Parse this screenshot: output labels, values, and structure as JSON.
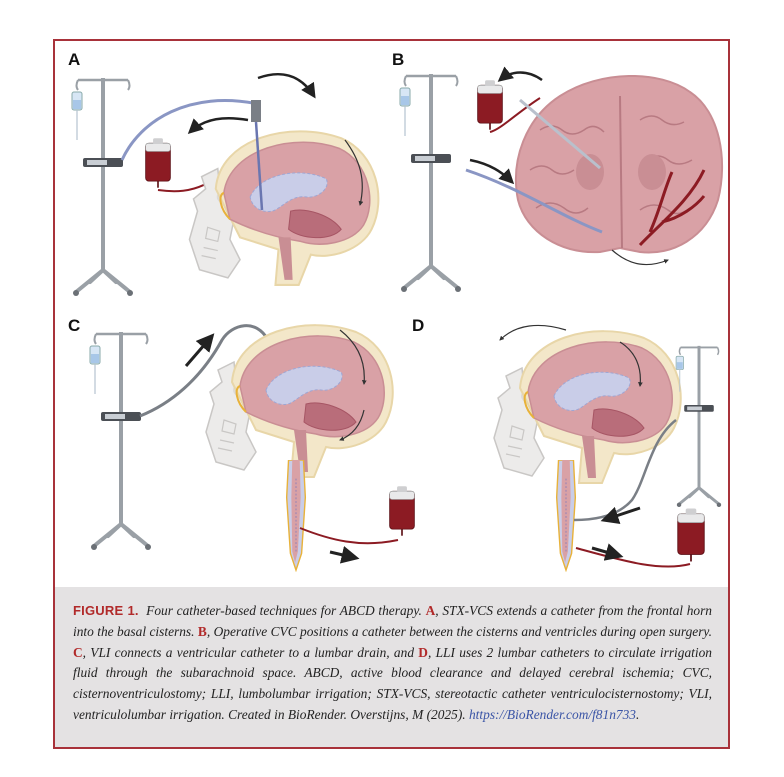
{
  "panels": {
    "a": "A",
    "b": "B",
    "c": "C",
    "d": "D"
  },
  "caption": {
    "figure_label": "FIGURE 1.",
    "intro": "Four catheter-based techniques for ABCD therapy.",
    "label_a": "A",
    "text_a": ", STX-VCS extends a catheter from the frontal horn into the basal cisterns.",
    "label_b": "B",
    "text_b": ", Operative CVC positions a catheter between the cisterns and ventricles during open surgery.",
    "label_c": "C",
    "text_c": ", VLI connects a ventricular catheter to a lumbar drain, and",
    "label_d": "D",
    "text_d": ", LLI uses 2 lumbar catheters to circulate irrigation fluid through the subarachnoid space. ABCD, active blood clearance and delayed cerebral ischemia; CVC, cisternoventriculostomy; LLI, lumbolumbar irrigation; STX-VCS, stereotactic catheter ventriculocisternostomy; VLI, ventriculolumbar irrigation. Created in BioRender. Overstijns, M (2025).",
    "link": "https://BioRender.com/f81n733",
    "end": "."
  },
  "colors": {
    "frame": "#a8323a",
    "caption_bg": "#e4e2e3",
    "label_red": "#b12a2a",
    "link_blue": "#3a54a6",
    "brain": "#d9a1a6",
    "blood": "#8c1b23",
    "csf": "#c9cde8"
  }
}
